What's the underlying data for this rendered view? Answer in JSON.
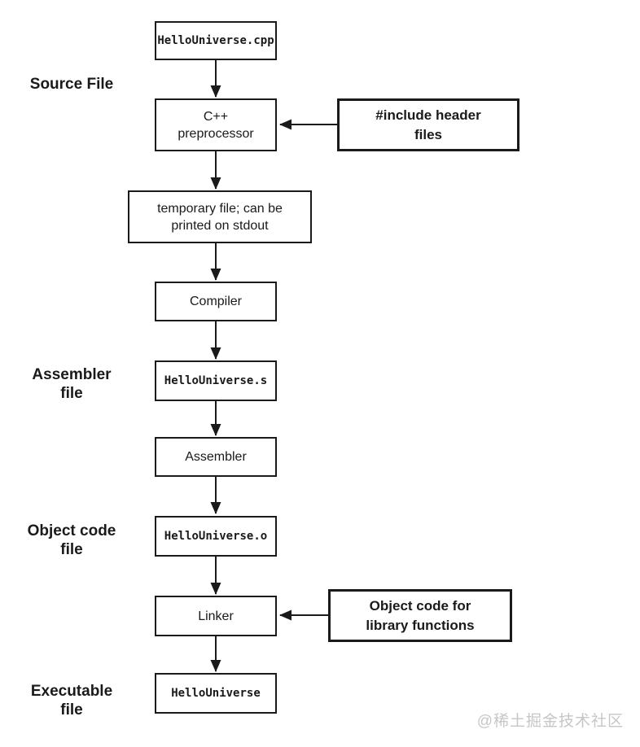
{
  "nodes": {
    "source_cpp": {
      "label": "HelloUniverse.cpp"
    },
    "preprocessor": {
      "label": "C++\npreprocessor"
    },
    "temp_file": {
      "label": "temporary file; can be\nprinted on stdout"
    },
    "compiler": {
      "label": "Compiler"
    },
    "assembly_file": {
      "label": "HelloUniverse.s"
    },
    "assembler": {
      "label": "Assembler"
    },
    "object_file": {
      "label": "HelloUniverse.o"
    },
    "linker": {
      "label": "Linker"
    },
    "executable": {
      "label": "HelloUniverse"
    },
    "include_headers": {
      "label": "#include header\nfiles"
    },
    "object_code_lib": {
      "label": "Object code for\nlibrary functions"
    }
  },
  "side_labels": {
    "source": "Source File",
    "assembler": "Assembler\nfile",
    "object": "Object code\nfile",
    "executable": "Executable\nfile"
  },
  "edges": [
    {
      "from": "source_cpp",
      "to": "preprocessor"
    },
    {
      "from": "include_headers",
      "to": "preprocessor"
    },
    {
      "from": "preprocessor",
      "to": "temp_file"
    },
    {
      "from": "temp_file",
      "to": "compiler"
    },
    {
      "from": "compiler",
      "to": "assembly_file"
    },
    {
      "from": "assembly_file",
      "to": "assembler"
    },
    {
      "from": "assembler",
      "to": "object_file"
    },
    {
      "from": "object_file",
      "to": "linker"
    },
    {
      "from": "object_code_lib",
      "to": "linker"
    },
    {
      "from": "linker",
      "to": "executable"
    }
  ],
  "watermark": {
    "text": "@稀土掘金技术社区",
    "color": "#c6c6c6"
  },
  "colors": {
    "background": "#ffffff",
    "line": "#1a1a1a",
    "text": "#1a1a1a"
  }
}
